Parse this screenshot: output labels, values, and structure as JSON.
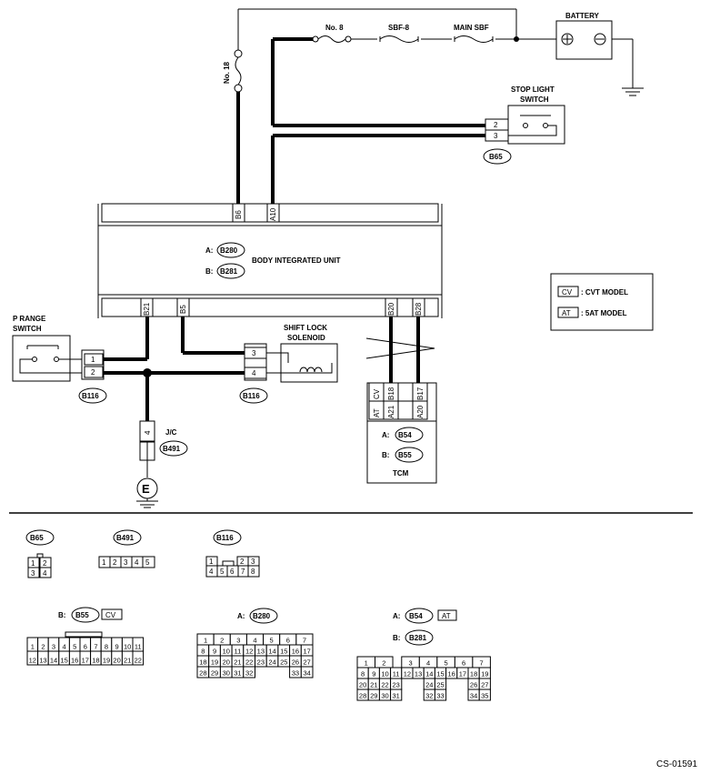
{
  "labels": {
    "battery": "BATTERY",
    "no8": "No. 8",
    "sbf8": "SBF-8",
    "main_sbf": "MAIN SBF",
    "no18": "No. 18",
    "stop_light_1": "STOP LIGHT",
    "stop_light_2": "SWITCH",
    "body_unit": "BODY INTEGRATED UNIT",
    "a_prefix": "A:",
    "b_prefix": "B:",
    "p_range_1": "P RANGE",
    "p_range_2": "SWITCH",
    "shift_lock_1": "SHIFT LOCK",
    "shift_lock_2": "SOLENOID",
    "jc": "J/C",
    "tcm": "TCM",
    "ground": "E",
    "cv_legend": ": CVT MODEL",
    "at_legend": ": 5AT MODEL",
    "cv": "CV",
    "at": "AT",
    "code": "CS-01591"
  },
  "connectors": {
    "b65": "B65",
    "b280": "B280",
    "b281": "B281",
    "b116": "B116",
    "b491": "B491",
    "b54": "B54",
    "b55": "B55"
  },
  "terminals": {
    "b6": "B6",
    "a10": "A10",
    "b21": "B21",
    "b5": "B5",
    "b20": "B20",
    "b28": "B28",
    "b18": "B18",
    "b17": "B17",
    "a21": "A21",
    "a20": "A20",
    "sl_2": "2",
    "sl_3": "3",
    "pr_1": "1",
    "pr_2": "2",
    "sol_3": "3",
    "sol_4": "4",
    "jc_4": "4"
  },
  "pinouts": {
    "b65": [
      [
        "1",
        "2"
      ],
      [
        "3",
        "4"
      ]
    ],
    "b491": [
      "1",
      "2",
      "3",
      "4",
      "5"
    ],
    "b116": [
      [
        "1",
        "",
        "2",
        "3"
      ],
      [
        "4",
        "5",
        "6",
        "7",
        "8"
      ]
    ],
    "b55": [
      [
        "1",
        "2",
        "3",
        "4",
        "5",
        "6",
        "7",
        "8",
        "9",
        "10",
        "11"
      ],
      [
        "12",
        "13",
        "14",
        "15",
        "16",
        "17",
        "18",
        "19",
        "20",
        "21",
        "22"
      ]
    ],
    "b280": [
      [
        "1",
        "2",
        "3",
        "4",
        "5",
        "6",
        "7"
      ],
      [
        "8",
        "9",
        "10",
        "11",
        "12",
        "13",
        "14",
        "15",
        "16",
        "17"
      ],
      [
        "18",
        "19",
        "20",
        "21",
        "22",
        "23",
        "24",
        "25",
        "26",
        "27"
      ],
      [
        "28",
        "29",
        "30",
        "31",
        "32",
        "33",
        "34"
      ]
    ],
    "b281": [
      [
        "1",
        "2",
        "3",
        "4",
        "5",
        "6",
        "7"
      ],
      [
        "8",
        "9",
        "10",
        "11",
        "12",
        "13",
        "14",
        "15",
        "16",
        "17",
        "18",
        "19"
      ],
      [
        "20",
        "21",
        "22",
        "23",
        "24",
        "25",
        "26",
        "27"
      ],
      [
        "28",
        "29",
        "30",
        "31",
        "32",
        "33",
        "34",
        "35"
      ]
    ]
  }
}
